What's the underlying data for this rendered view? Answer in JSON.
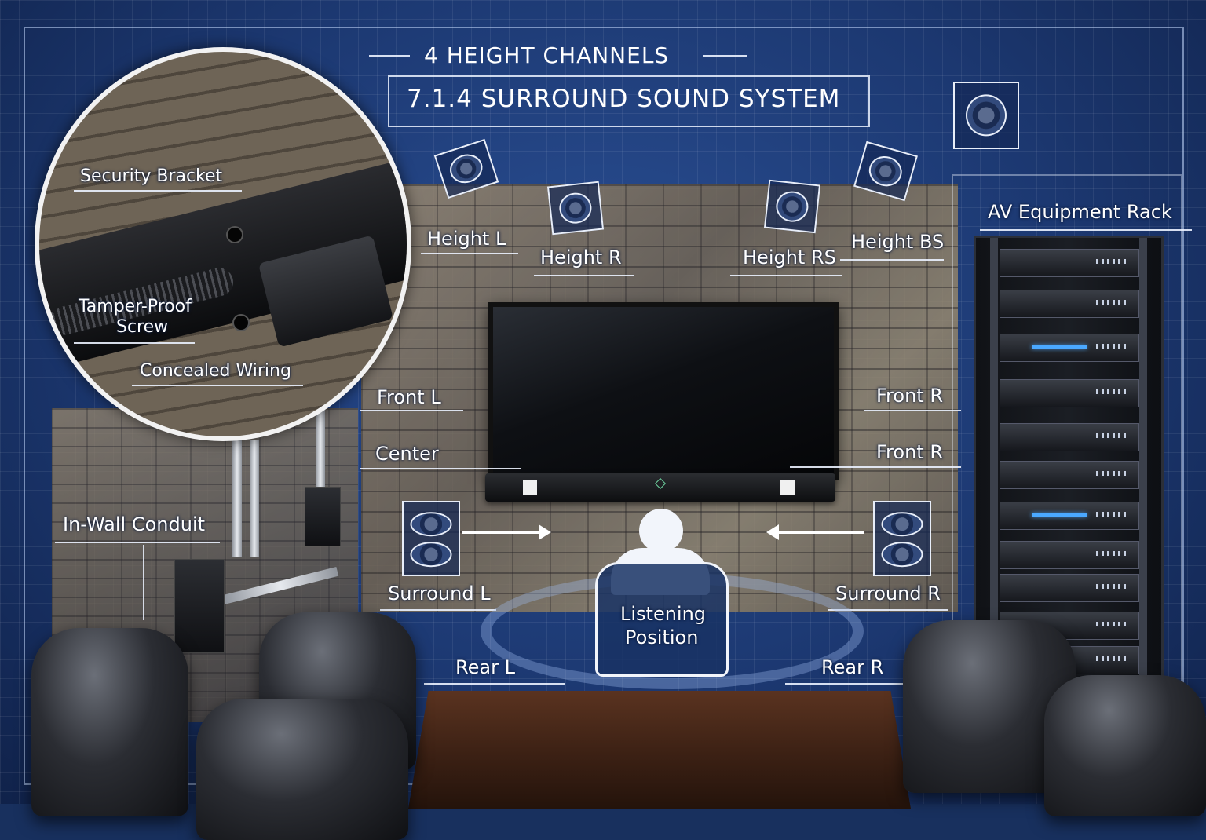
{
  "title": {
    "top": "4 HEIGHT CHANNELS",
    "main": "7.1.4 SURROUND SOUND SYSTEM"
  },
  "inset": {
    "security_bracket": "Security Bracket",
    "tamper_proof_line1": "Tamper-Proof",
    "tamper_proof_line2": "Screw",
    "concealed_wiring": "Concealed Wiring"
  },
  "speakers": {
    "height_l": "Height L",
    "height_r": "Height R",
    "height_rs": "Height RS",
    "height_bs": "Height BS",
    "front_l": "Front L",
    "center": "Center",
    "front_r": "Front R",
    "front_r_lower": "Front R",
    "surround_l": "Surround L",
    "surround_r": "Surround R",
    "rear_l": "Rear L",
    "rear_r": "Rear R"
  },
  "equipment": {
    "av_rack": "AV Equipment Rack",
    "in_wall_conduit": "In-Wall Conduit"
  },
  "listening": {
    "line1": "Listening",
    "line2": "Position"
  },
  "icons": [
    "speaker-icon",
    "person-icon",
    "arrow-icon",
    "tv-icon",
    "soundbar-icon",
    "rack-icon"
  ],
  "colors": {
    "blueprint": "#1d3a73",
    "line": "#ebf2ff",
    "text": "#ffffff"
  }
}
